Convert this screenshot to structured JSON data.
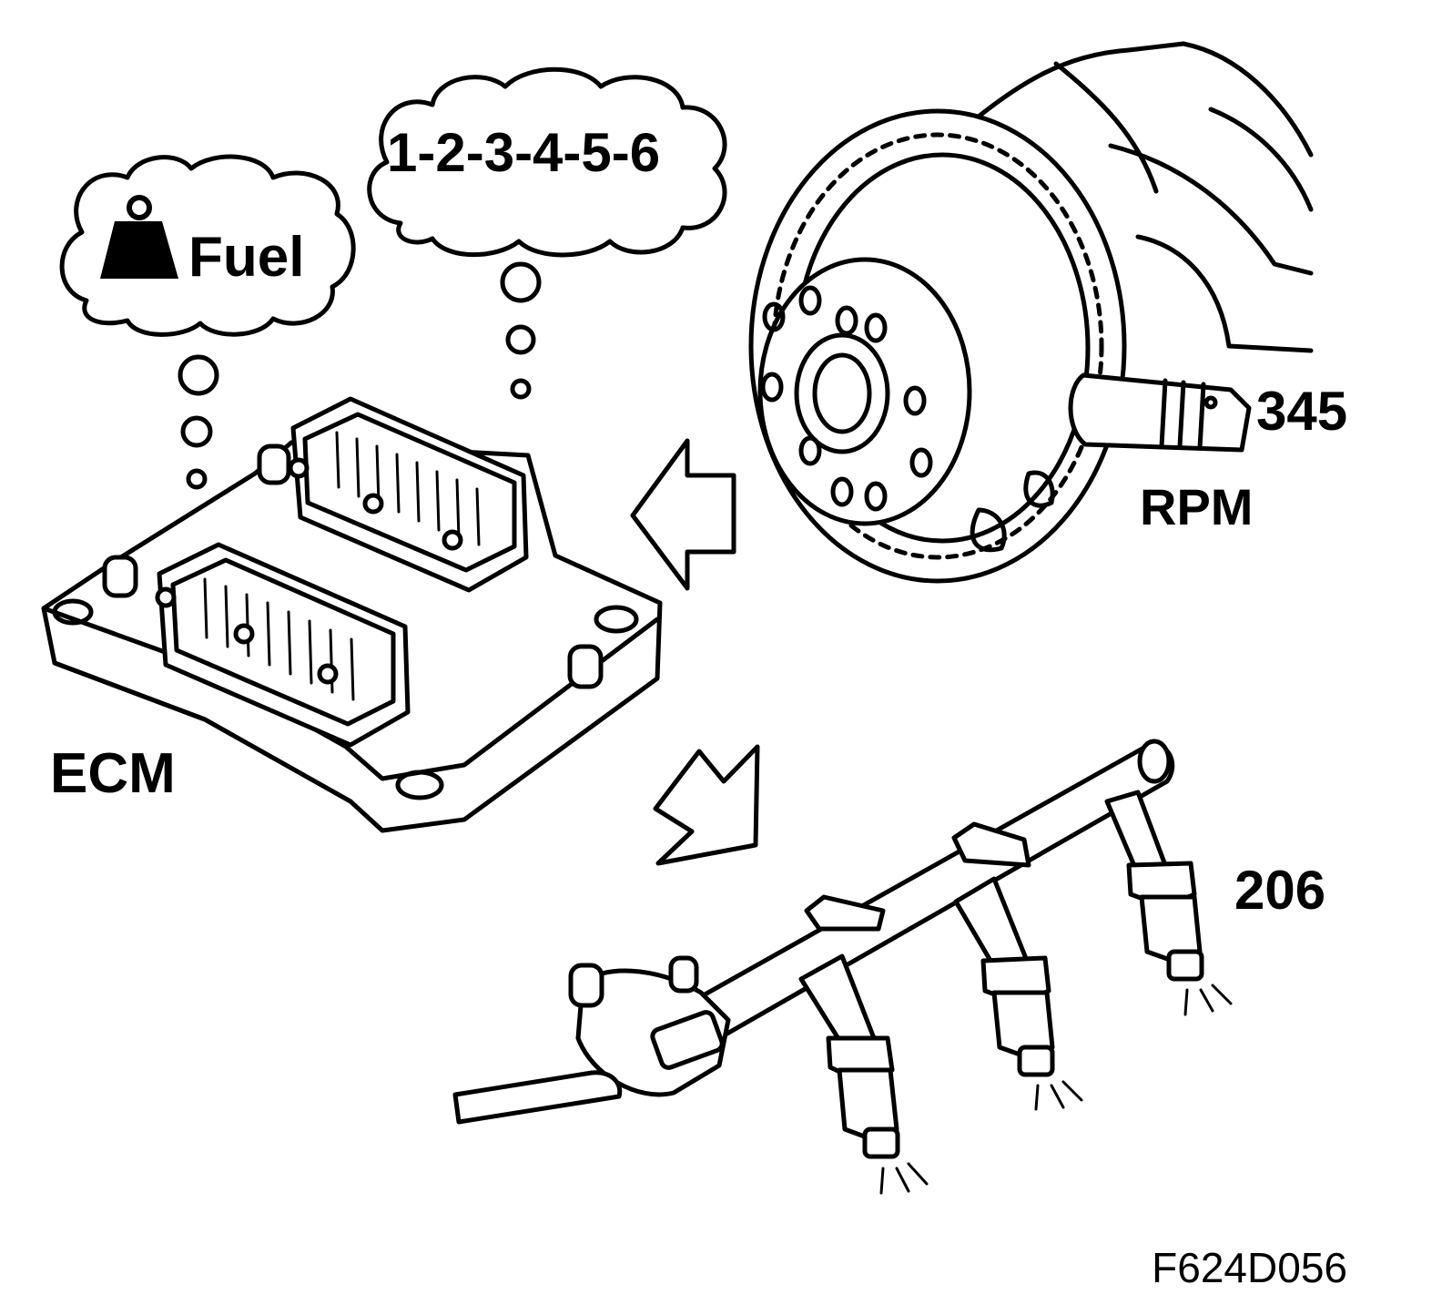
{
  "labels": {
    "fuel": "Fuel",
    "firing_order": "1-2-3-4-5-6",
    "sensor_number": "345",
    "rpm": "RPM",
    "ecm": "ECM",
    "injector_number": "206",
    "figure_code": "F624D056"
  },
  "icons": {
    "weight": "weight-icon",
    "left_arrow": "arrow-left-icon",
    "down_arrow": "arrow-down-right-icon"
  },
  "colors": {
    "ink": "#000000",
    "paper": "#ffffff"
  }
}
